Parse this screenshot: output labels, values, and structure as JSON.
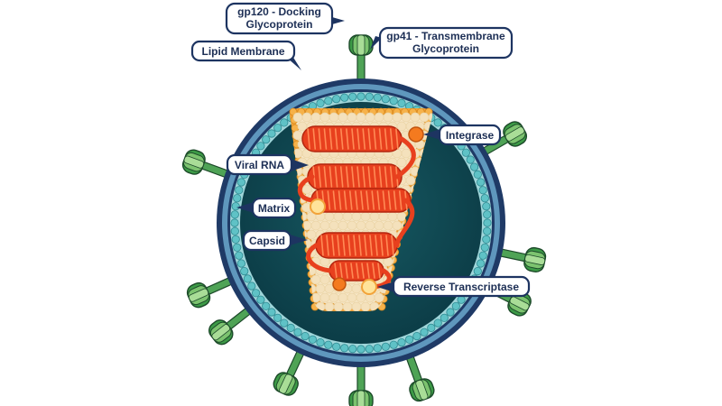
{
  "diagram": {
    "labels": {
      "gp120_line1": "gp120 - Docking",
      "gp120_line2": "Glycoprotein",
      "gp41_line1": "gp41 - Transmembrane",
      "gp41_line2": "Glycoprotein",
      "lipid_membrane": "Lipid Membrane",
      "integrase": "Integrase",
      "viral_rna": "Viral RNA",
      "matrix": "Matrix",
      "capsid": "Capsid",
      "reverse_transcriptase": "Reverse Transcriptase"
    },
    "colors": {
      "outer_ring": "#1f3a66",
      "membrane_band": "#5f97bd",
      "matrix_dots": "#8fd6d6",
      "interior": "#0f4650",
      "capsid_fill": "#f7e8c9",
      "capsid_border": "#f2a33a",
      "rna": "#e8401e",
      "enzyme": "#f47a1f",
      "glycoprotein_cap": "#3c9a46",
      "glycoprotein_stem": "#4fa356",
      "label_border": "#1d3461"
    },
    "icons": [
      "gp120-glycoprotein-icon",
      "gp41-stem-icon",
      "viral-rna-coil-icon",
      "enzyme-circle-icon"
    ]
  }
}
